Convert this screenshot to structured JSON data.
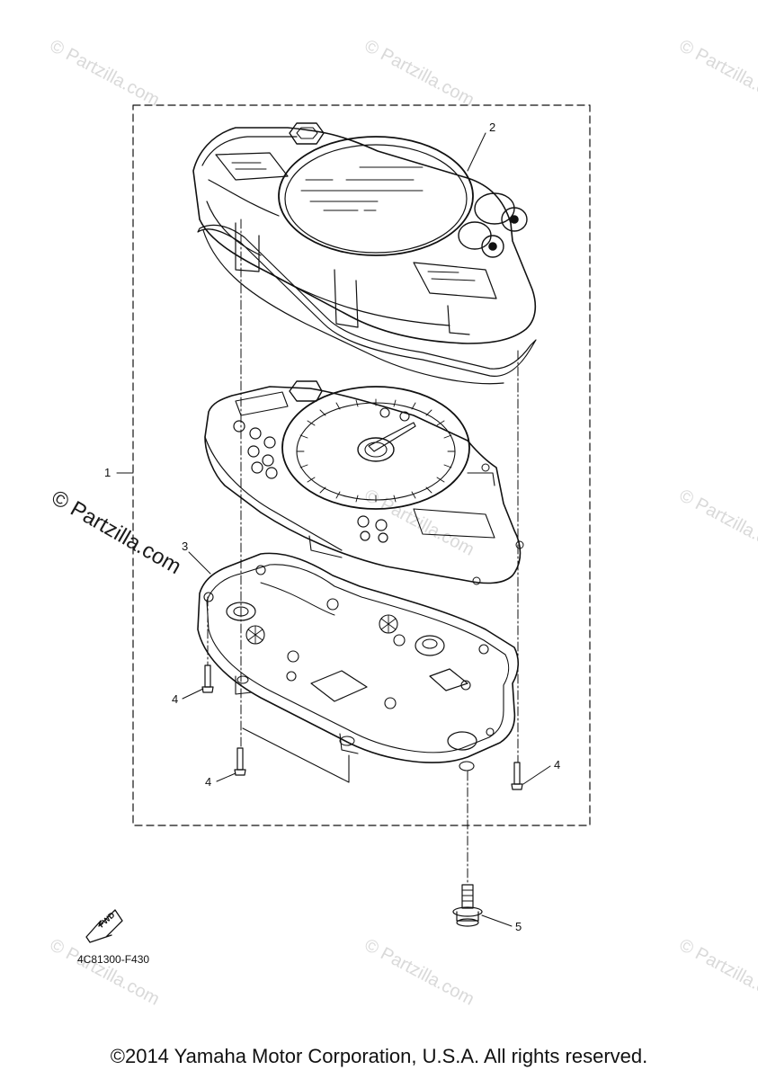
{
  "watermark": {
    "text": "© Partzilla.com",
    "faint_color": "#d9d9d9"
  },
  "callouts": {
    "c1": "1",
    "c2": "2",
    "c3": "3",
    "c4a": "4",
    "c4b": "4",
    "c4c": "4",
    "c5": "5"
  },
  "fwd_label": "FWD",
  "diagram_code": "4C81300-F430",
  "copyright": "©2014 Yamaha Motor Corporation, U.S.A. All rights reserved."
}
